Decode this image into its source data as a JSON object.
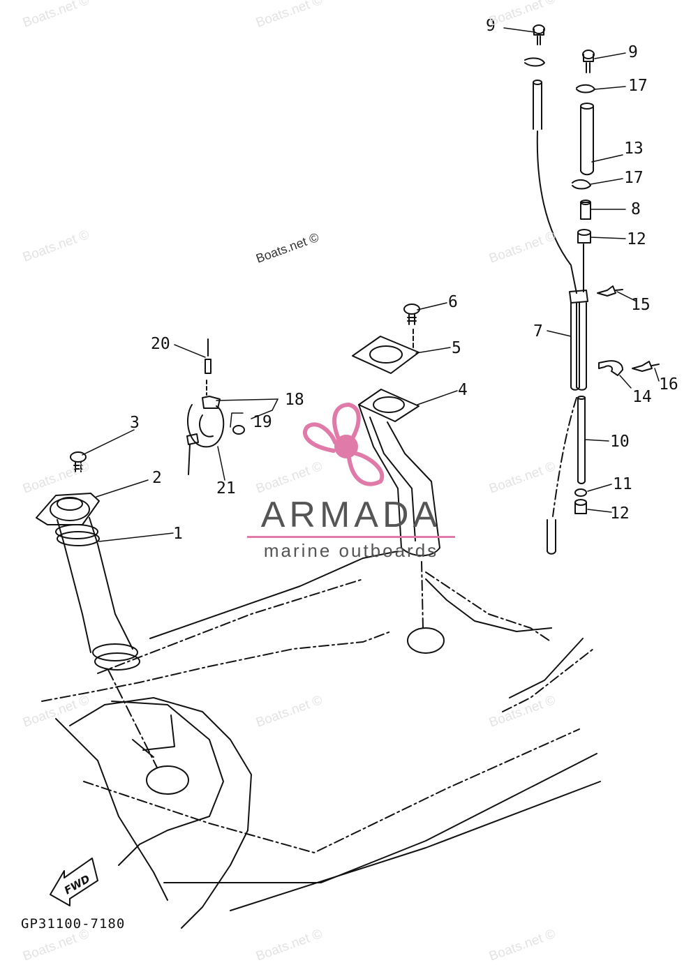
{
  "watermarks": {
    "text": "Boats.net ©",
    "center_text": "Boats.net ©"
  },
  "logo": {
    "name": "ARMADA",
    "tagline": "marine outboards",
    "accent_color": "#e07aa8"
  },
  "callouts": [
    "9",
    "9",
    "17",
    "13",
    "17",
    "8",
    "12",
    "15",
    "7",
    "14",
    "16",
    "10",
    "11",
    "12",
    "6",
    "5",
    "4",
    "20",
    "18",
    "19",
    "3",
    "2",
    "21",
    "1"
  ],
  "fwd_label": "FWD",
  "ref_code": "GP31100-7180"
}
